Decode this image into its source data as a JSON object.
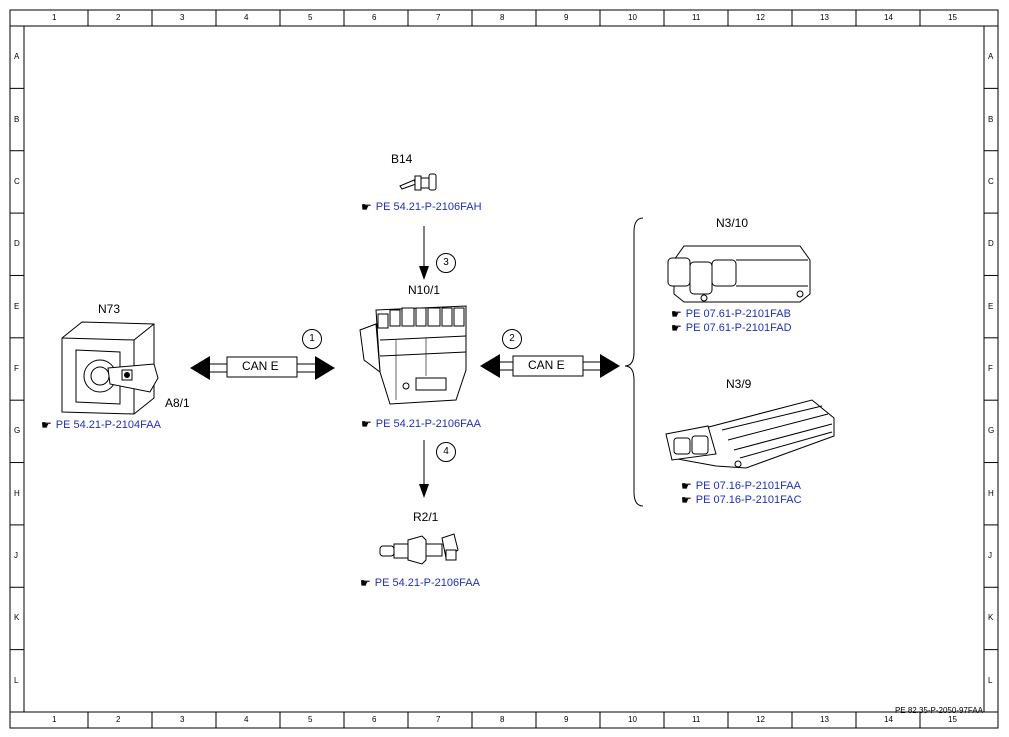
{
  "grid": {
    "cols": [
      "1",
      "2",
      "3",
      "4",
      "5",
      "6",
      "7",
      "8",
      "9",
      "10",
      "11",
      "12",
      "13",
      "14",
      "15"
    ],
    "rows": [
      "A",
      "B",
      "C",
      "D",
      "E",
      "F",
      "G",
      "H",
      "J",
      "K",
      "L"
    ]
  },
  "components": {
    "b14": {
      "label": "B14",
      "icon": "temperature-sensor-icon",
      "ref": "PE 54.21-P-2106FAH"
    },
    "n10_1": {
      "label": "N10/1",
      "icon": "sam-module-icon",
      "ref": "PE 54.21-P-2106FAA"
    },
    "r2_1": {
      "label": "R2/1",
      "icon": "glow-plug-icon",
      "ref": "PE 54.21-P-2106FAA"
    },
    "n73": {
      "label": "N73",
      "label2": "A8/1",
      "icon": "ignition-switch-icon",
      "ref": "PE 54.21-P-2104FAA"
    },
    "n3_10": {
      "label": "N3/10",
      "icon": "engine-control-unit-icon",
      "refs": [
        "PE 07.61-P-2101FAB",
        "PE 07.61-P-2101FAD"
      ]
    },
    "n3_9": {
      "label": "N3/9",
      "icon": "engine-control-unit-icon",
      "refs": [
        "PE 07.16-P-2101FAA",
        "PE 07.16-P-2101FAC"
      ]
    }
  },
  "buses": {
    "left": "CAN E",
    "right": "CAN E"
  },
  "signals": [
    "1",
    "2",
    "3",
    "4"
  ],
  "footer": "PE 82.35-P-2050-97FAA"
}
